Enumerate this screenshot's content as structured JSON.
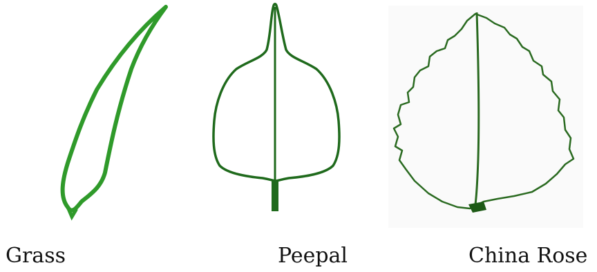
{
  "leaves": [
    {
      "name": "Grass"
    },
    {
      "name": "Peepal"
    },
    {
      "name": "China Rose"
    }
  ],
  "colors": {
    "grass_outline": "#2f9a2a",
    "peepal_outline": "#1f6a1c",
    "rose_outline": "#2a6a20",
    "caption_text": "#111111"
  }
}
